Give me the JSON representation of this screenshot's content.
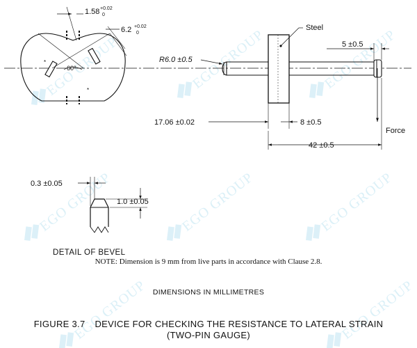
{
  "dimensions": {
    "slot_width": {
      "base": "1.58",
      "upper": "+0.02",
      "lower": "0"
    },
    "slot_length": {
      "base": "6.2",
      "upper": "+0.02",
      "lower": "0"
    },
    "angle": "60°",
    "radius": "R6.0 ±0.5",
    "steel_label": "Steel",
    "pin_tip": "5 ±0.5",
    "pin_left_length": "17.06 ±0.02",
    "steel_thickness": "8 ±0.5",
    "force_label": "Force",
    "overall_length": "42 ±0.5",
    "bevel_width": "0.3 ±0.05",
    "bevel_height": "1.0 ±0.05",
    "detail_title": "DETAIL OF BEVEL"
  },
  "note": "NOTE:  Dimension is 9 mm from live parts in accordance with Clause 2.8.",
  "units_label": "DIMENSIONS IN MILLIMETRES",
  "figure": {
    "number": "FIGURE  3.7",
    "title_line1": "DEVICE FOR CHECKING THE RESISTANCE TO LATERAL STRAIN",
    "title_line2": "(TWO-PIN GAUGE)"
  },
  "watermark_text": "EGO GROUP",
  "colors": {
    "watermark": "#bfe4f2",
    "ink": "#111111"
  }
}
